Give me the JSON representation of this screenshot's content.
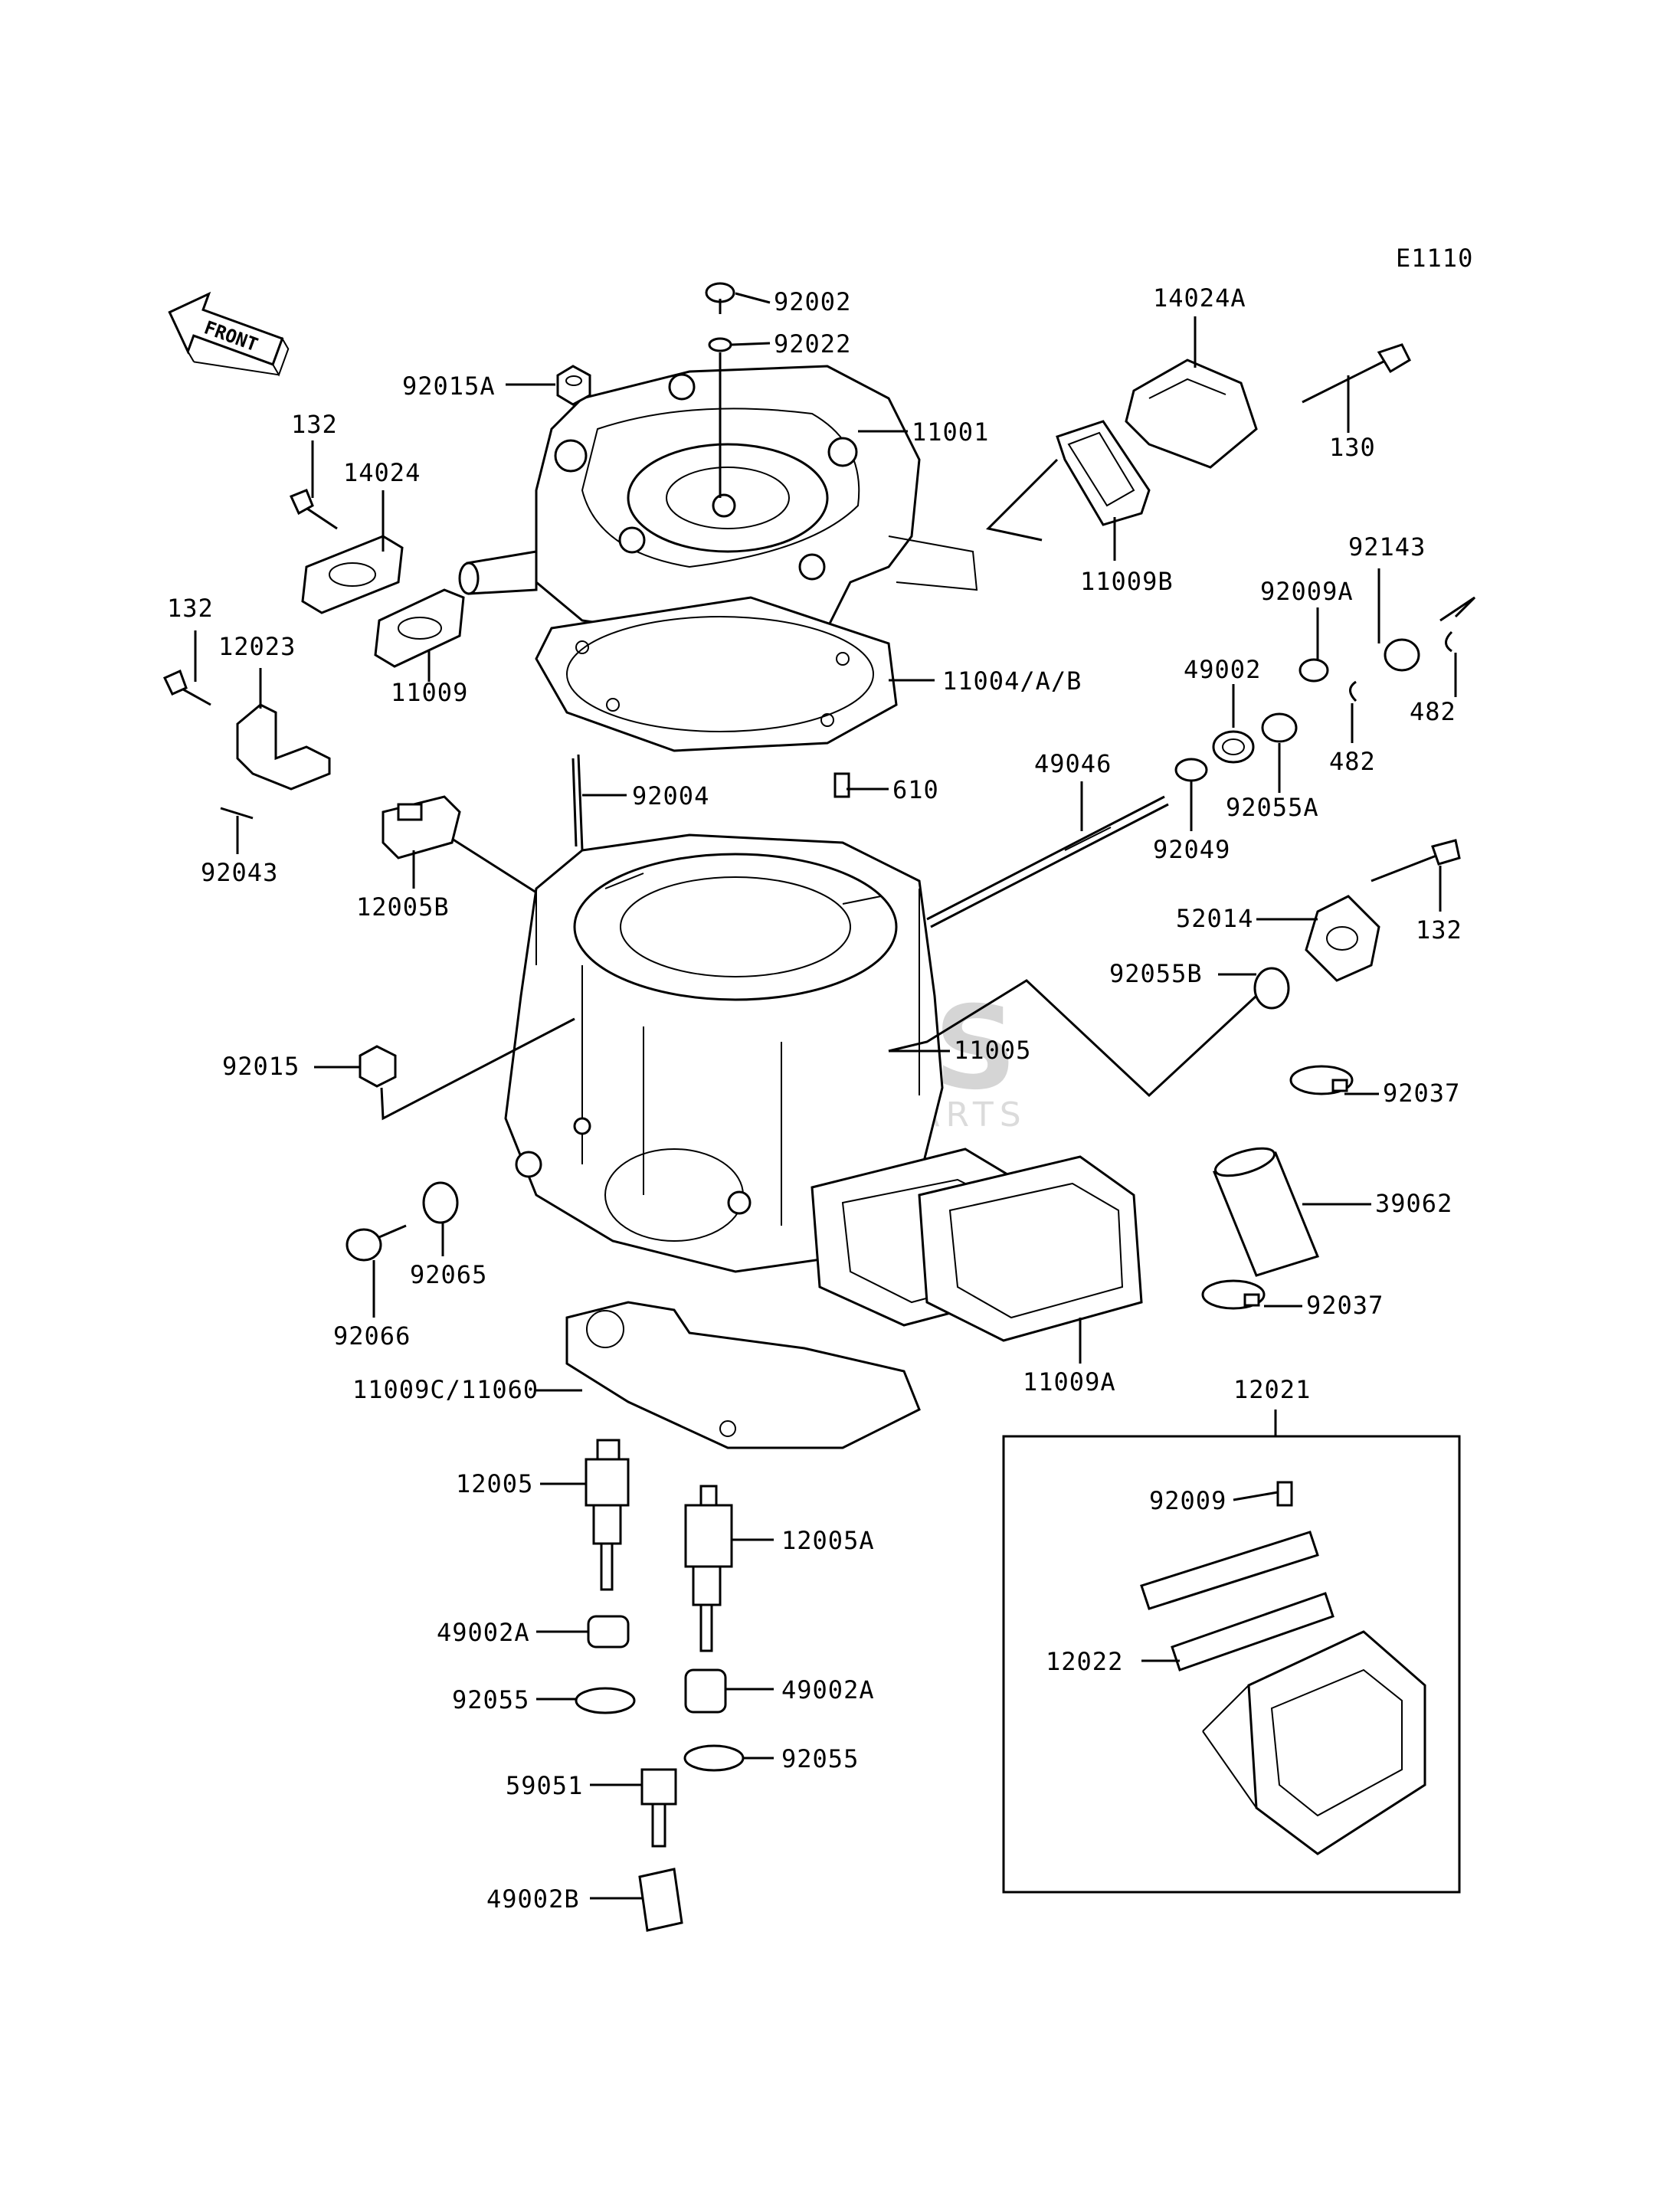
{
  "diagram_code": "E1110",
  "front_label": "FRONT",
  "watermark": {
    "brand": "CMS",
    "sub": "MOTORPARTS"
  },
  "parts": {
    "p92002": "92002",
    "p92022": "92022",
    "p92015A": "92015A",
    "p11001": "11001",
    "p14024A": "14024A",
    "p130": "130",
    "p132a": "132",
    "p14024": "14024",
    "p11009B": "11009B",
    "p92143": "92143",
    "p92009A": "92009A",
    "p132b": "132",
    "p12023": "12023",
    "p11009": "11009",
    "p11004": "11004/A/B",
    "p49002": "49002",
    "p482a": "482",
    "p482b": "482",
    "p610": "610",
    "p92055A": "92055A",
    "p49046": "49046",
    "p92004": "92004",
    "p92043": "92043",
    "p92049": "92049",
    "p132c": "132",
    "p12005B": "12005B",
    "p52014": "52014",
    "p92055B": "92055B",
    "p11005": "11005",
    "p92015": "92015",
    "p92037a": "92037",
    "p39062": "39062",
    "p92065": "92065",
    "p92066": "92066",
    "p92037b": "92037",
    "p11009C": "11009C/11060",
    "p11009A": "11009A",
    "p12021": "12021",
    "p12005": "12005",
    "p92009": "92009",
    "p12005A": "12005A",
    "p12022": "12022",
    "p49002A_1": "49002A",
    "p92055_1": "92055",
    "p49002A_2": "49002A",
    "p92055_2": "92055",
    "p59051": "59051",
    "p49002B": "49002B"
  }
}
